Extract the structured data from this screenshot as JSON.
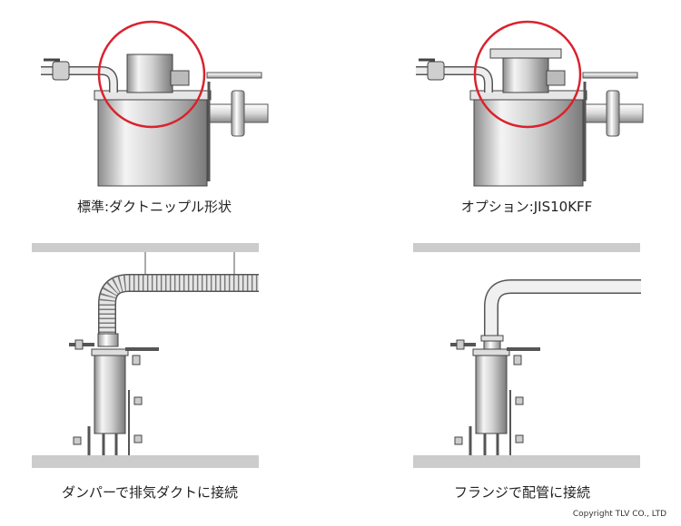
{
  "panels": [
    {
      "caption": "標準:ダクトニップル形状"
    },
    {
      "caption": "オプション:JIS10KFF"
    },
    {
      "caption": "ダンパーで排気ダクトに接続"
    },
    {
      "caption": "フランジで配管に接続"
    }
  ],
  "copyright": "Copyright TLV CO., LTD",
  "colors": {
    "highlight_circle": "#d9232e",
    "pipe_light": "#f2f2f2",
    "pipe_dark": "#9a9a9a",
    "floor": "#c8c8c8"
  }
}
